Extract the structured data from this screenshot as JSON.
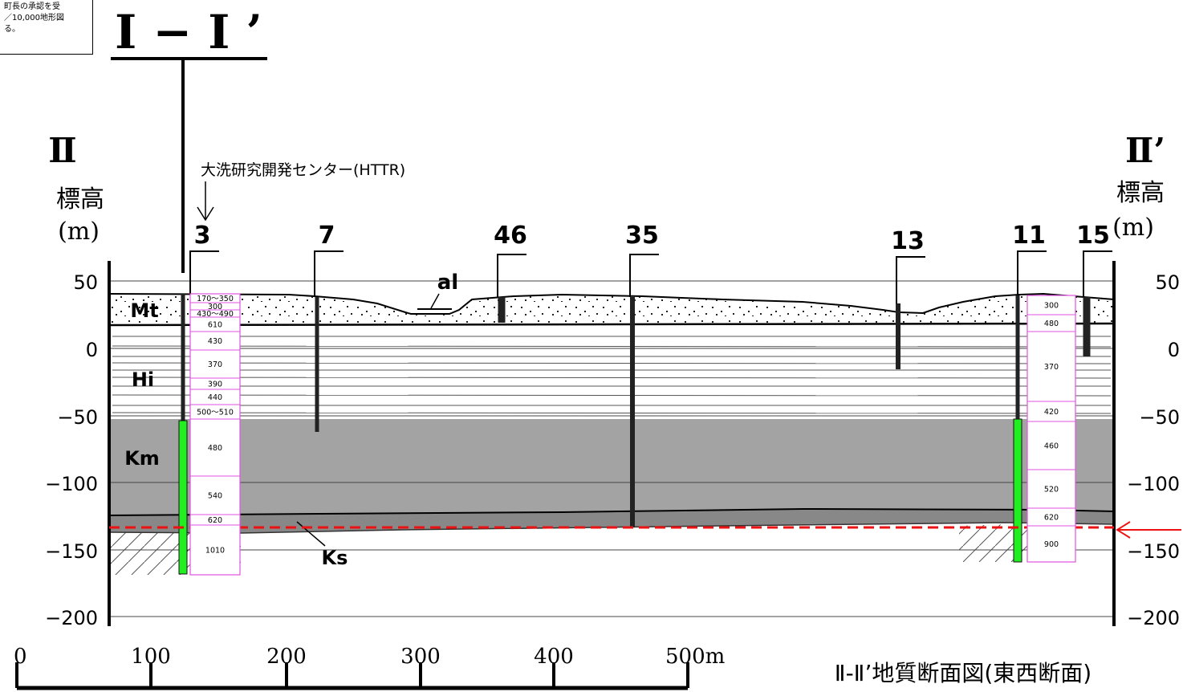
{
  "copyright_note": [
    "町長の承認を受",
    "／10,000地形図",
    "る。"
  ],
  "section_key": "I − I ’",
  "endpoints": {
    "left": "Ⅱ",
    "right": "Ⅱ’"
  },
  "axis": {
    "label_left": [
      "標高",
      "(m)"
    ],
    "label_right": [
      "標高",
      "(m)"
    ],
    "ticks": [
      "50",
      "0",
      "−50",
      "−100",
      "−150",
      "−200"
    ]
  },
  "facility_label": "大洗研究開発センター(HTTR)",
  "boreholes": [
    {
      "id": "3"
    },
    {
      "id": "7"
    },
    {
      "id": "46"
    },
    {
      "id": "35"
    },
    {
      "id": "13"
    },
    {
      "id": "11"
    },
    {
      "id": "15"
    }
  ],
  "velocity_log_left": [
    "170～350",
    "300",
    "430～490",
    "610",
    "430",
    "370",
    "390",
    "440",
    "500～510",
    "480",
    "540",
    "620",
    "1010"
  ],
  "velocity_log_right": [
    "300",
    "480",
    "370",
    "420",
    "460",
    "520",
    "620",
    "900"
  ],
  "strata": [
    "al",
    "Mt",
    "Hi",
    "Km",
    "Ks"
  ],
  "scale_bar": {
    "ticks": [
      "0",
      "100",
      "200",
      "300",
      "400",
      "500m"
    ]
  },
  "caption": "Ⅱ-Ⅱ’地質断面図(東西断面)",
  "colors": {
    "Km": "#a3a3a3",
    "Km_dark": "#888888",
    "log_border": "#e052e0",
    "reference_line": "#ee1111",
    "borehole_bar": "#22ee22"
  }
}
